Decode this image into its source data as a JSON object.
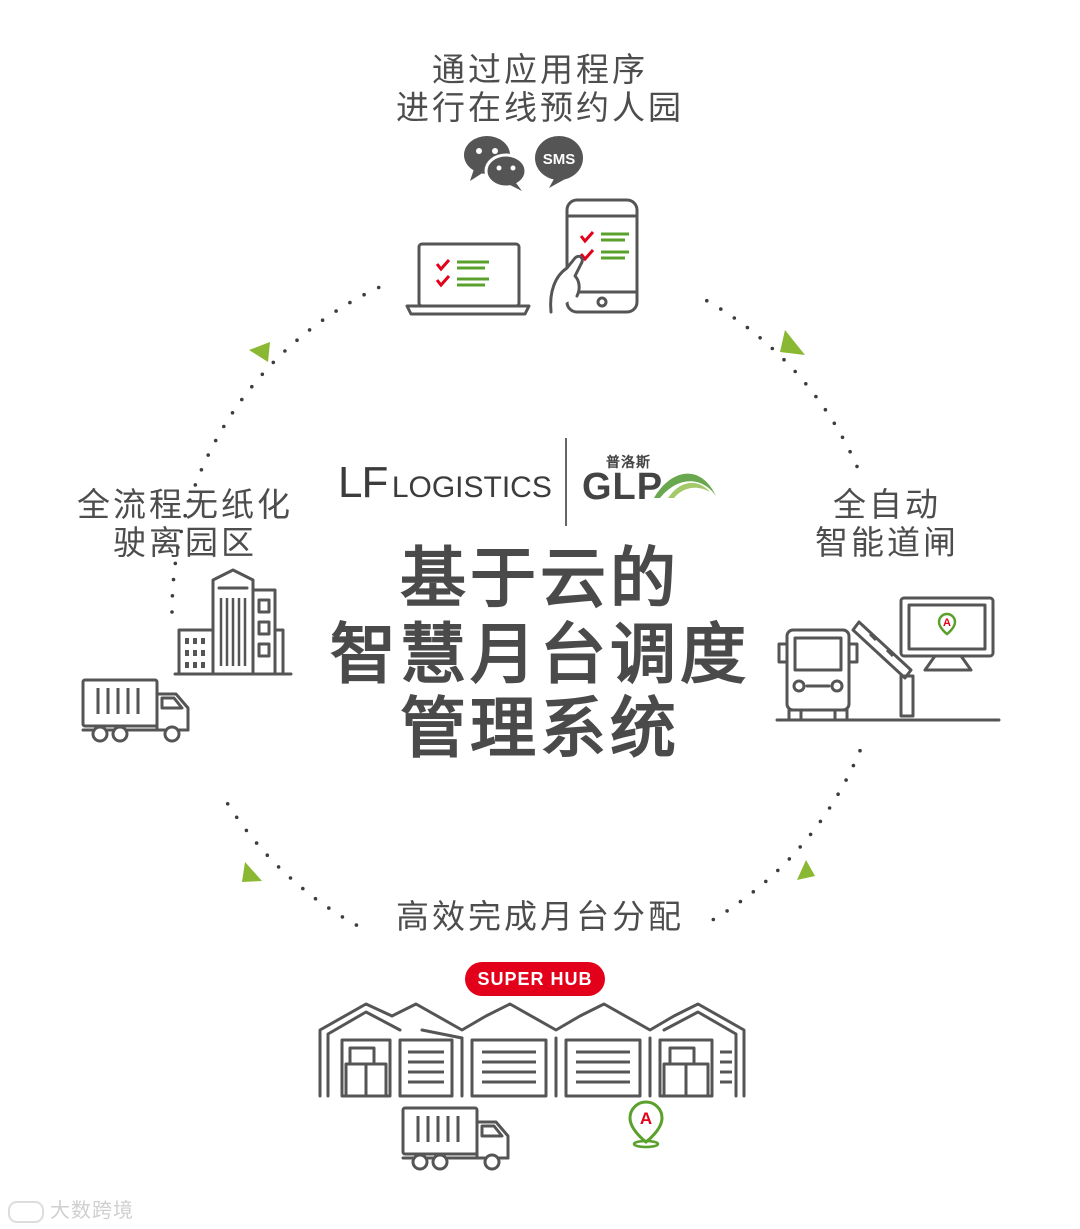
{
  "top_label": {
    "line1": "通过应用程序",
    "line2": "进行在线预约人园"
  },
  "right_label": {
    "line1": "全自动",
    "line2": "智能道闸"
  },
  "left_label": {
    "line1": "全流程无纸化",
    "line2": "驶离园区"
  },
  "bottom_label": "高效完成月台分配",
  "sms_icon_text": "SMS",
  "logo_lf": {
    "big": "LF",
    "small": "LOGISTICS"
  },
  "logo_glp": {
    "chinese": "普洛斯",
    "text": "GLP"
  },
  "center_title": {
    "line1": "基于云的",
    "line2": "智慧月台调度",
    "line3": "管理系统"
  },
  "badge": "SUPER HUB",
  "pin_letter": "A",
  "watermark": "大数跨境",
  "colors": {
    "arrow_green": "#8ab833",
    "check_red": "#e3001b",
    "list_green": "#5aa02c",
    "badge_red": "#e3001b",
    "text_gray": "#4d4d4d"
  }
}
